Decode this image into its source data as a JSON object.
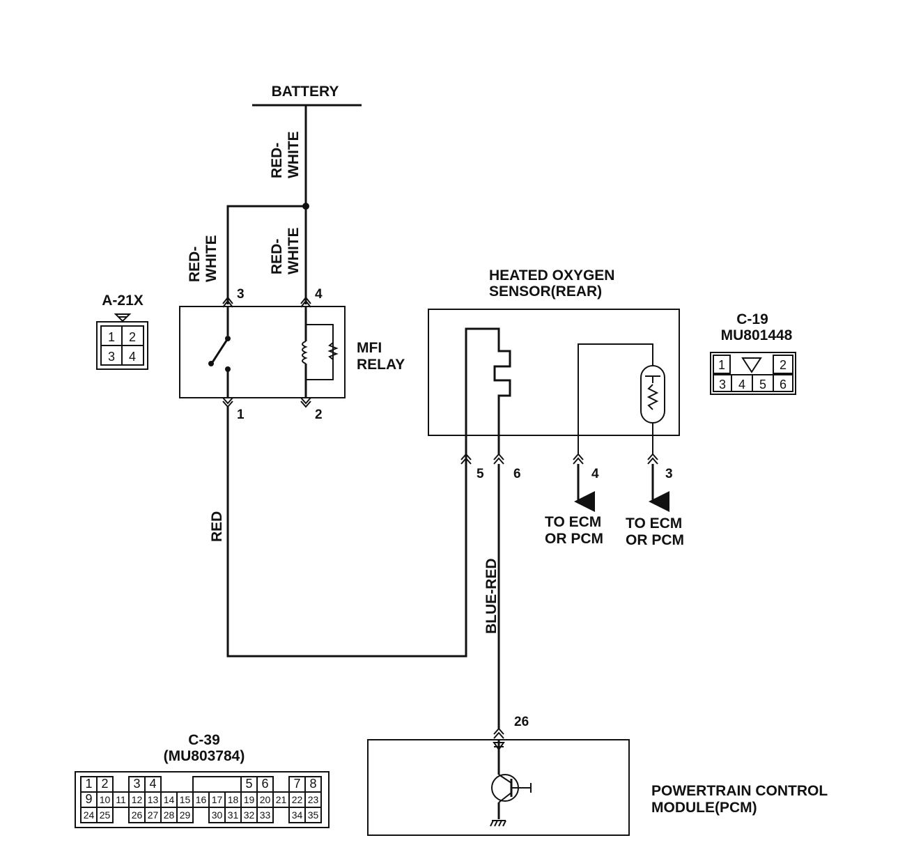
{
  "battery": {
    "label": "BATTERY"
  },
  "wires": {
    "red_white_1": [
      "RED-",
      "WHITE"
    ],
    "red_white_2": [
      "RED-",
      "WHITE"
    ],
    "red_white_3": [
      "RED-",
      "WHITE"
    ],
    "red": "RED",
    "blue_red": "BLUE-RED"
  },
  "mfi_relay": {
    "label": [
      "MFI",
      "RELAY"
    ],
    "pins": [
      "3",
      "4",
      "1",
      "2"
    ],
    "connector": {
      "id": "A-21X",
      "cells": [
        "1",
        "2",
        "3",
        "4"
      ]
    }
  },
  "oxygen_sensor": {
    "label": [
      "HEATED OXYGEN",
      "SENSOR(REAR)"
    ],
    "pins": [
      "5",
      "6",
      "4",
      "3"
    ],
    "outputs": [
      [
        "TO ECM",
        "OR PCM"
      ],
      [
        "TO ECM",
        "OR PCM"
      ]
    ],
    "connector": {
      "id": "C-19",
      "part": "MU801448",
      "top": [
        "1",
        "2"
      ],
      "bottom": [
        "3",
        "4",
        "5",
        "6"
      ]
    }
  },
  "pcm": {
    "label": [
      "POWERTRAIN CONTROL",
      "MODULE(PCM)"
    ],
    "pin": "26",
    "connector": {
      "id": "C-39",
      "part": "(MU803784)",
      "row1": [
        "1",
        "2",
        "",
        "3",
        "4",
        "",
        "",
        "",
        "",
        "",
        "5",
        "6",
        "",
        "7",
        "8"
      ],
      "row2": [
        "9",
        "10",
        "11",
        "12",
        "13",
        "14",
        "15",
        "16",
        "17",
        "18",
        "19",
        "20",
        "21",
        "22",
        "23"
      ],
      "row3": [
        "24",
        "25",
        "",
        "26",
        "27",
        "28",
        "29",
        "",
        "30",
        "31",
        "32",
        "33",
        "",
        "34",
        "35"
      ]
    }
  }
}
